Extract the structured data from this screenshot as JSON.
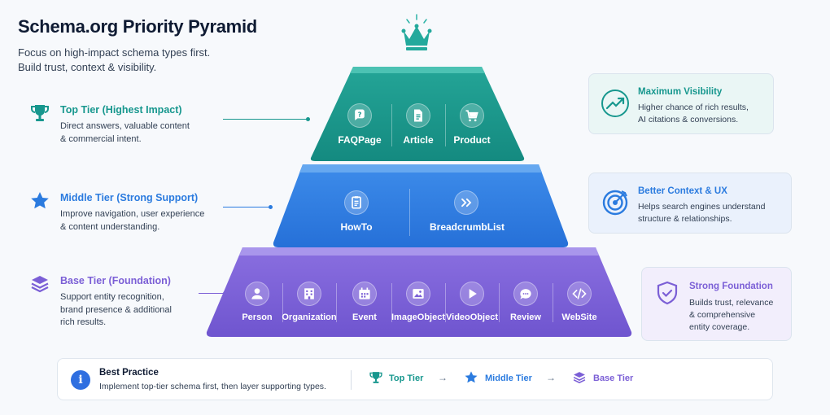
{
  "header": {
    "title": "Schema.org Priority Pyramid",
    "subtitle_line1": "Focus on high-impact schema types first.",
    "subtitle_line2": "Build trust, context & visibility."
  },
  "tiers": [
    {
      "title": "Top Tier (Highest Impact)",
      "desc_line1": "Direct answers, valuable content",
      "desc_line2": "& commercial intent.",
      "color": "#17978e",
      "items": [
        {
          "label": "FAQPage",
          "icon": "question-bubble-icon"
        },
        {
          "label": "Article",
          "icon": "document-icon"
        },
        {
          "label": "Product",
          "icon": "cart-icon"
        }
      ]
    },
    {
      "title": "Middle Tier (Strong Support)",
      "desc_line1": "Improve navigation, user experience",
      "desc_line2": "& content understanding.",
      "color": "#2b7bdf",
      "items": [
        {
          "label": "HowTo",
          "icon": "checklist-icon"
        },
        {
          "label": "BreadcrumbList",
          "icon": "chevrons-right-icon"
        }
      ]
    },
    {
      "title": "Base Tier (Foundation)",
      "desc_line1": "Support entity recognition,",
      "desc_line2": "brand presence & additional",
      "desc_line3": "rich results.",
      "color": "#7b5fd6",
      "items": [
        {
          "label": "Person",
          "icon": "person-icon"
        },
        {
          "label": "Organization",
          "icon": "building-icon"
        },
        {
          "label": "Event",
          "icon": "calendar-icon"
        },
        {
          "label": "ImageObject",
          "icon": "image-icon"
        },
        {
          "label": "VideoObject",
          "icon": "play-icon"
        },
        {
          "label": "Review",
          "icon": "chat-bubble-icon"
        },
        {
          "label": "WebSite",
          "icon": "code-icon"
        }
      ]
    }
  ],
  "benefits": [
    {
      "title": "Maximum Visibility",
      "line1": "Higher chance of rich results,",
      "line2": "AI citations & conversions.",
      "icon": "trend-up-icon",
      "color": "#17978e"
    },
    {
      "title": "Better Context & UX",
      "line1": "Helps search engines understand",
      "line2": "structure & relationships.",
      "icon": "target-icon",
      "color": "#2b7bdf"
    },
    {
      "title": "Strong Foundation",
      "line1": "Builds trust, relevance",
      "line2": "& comprehensive",
      "line3": "entity coverage.",
      "icon": "shield-check-icon",
      "color": "#7b5fd6"
    }
  ],
  "best_practice": {
    "title": "Best Practice",
    "desc": "Implement top-tier schema first, then layer supporting types.",
    "flow": [
      "Top Tier",
      "Middle Tier",
      "Base Tier"
    ],
    "arrow": "→"
  }
}
